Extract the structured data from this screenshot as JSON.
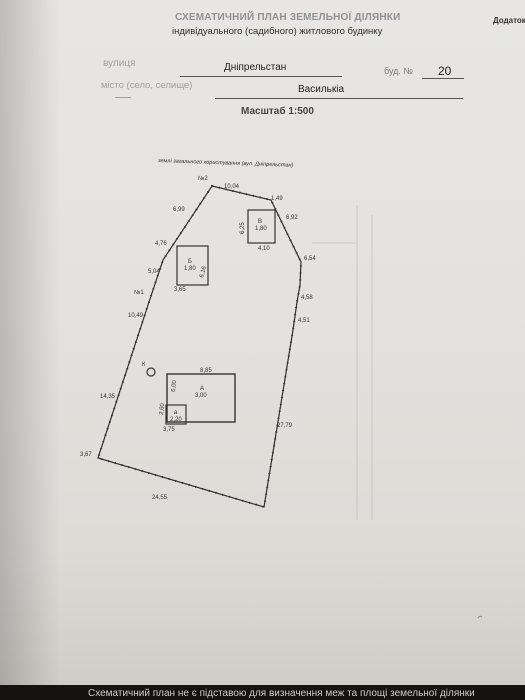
{
  "header": {
    "title": "СХЕМАТИЧНИЙ ПЛАН ЗЕМЕЛЬНОЇ ДІЛЯНКИ",
    "subtitle": "індивідуального (садибного) житлового будинку",
    "corner": "Додаток"
  },
  "fields": {
    "street_label": "вулиця",
    "street_value": "Дніпрельстан",
    "building_label": "буд. №",
    "building_value": "20",
    "city_label": "місто (село, селище)",
    "city_value": "Василькіа",
    "scale": "Масштаб 1:500"
  },
  "plan": {
    "common_land": "землі загального користування (вул. Дніпрельстан)",
    "marker1": "№1",
    "marker2": "№2",
    "compass": "К",
    "dims": {
      "d1": "10,04",
      "d2": "1,49",
      "d3": "6,92",
      "d4": "6,54",
      "d5": "4,58",
      "d6": "4,51",
      "d7": "27,79",
      "d8": "24,55",
      "d9": "3,67",
      "d10": "14,35",
      "d11": "10,49",
      "d12": "5,04",
      "d13": "4,76",
      "d14": "6,99"
    },
    "building_b": {
      "letter": "Б",
      "area": "1,80",
      "w": "3,65",
      "h": "6,16"
    },
    "building_v": {
      "letter": "В",
      "area": "1,80",
      "w": "4,10",
      "h": "6,25"
    },
    "building_a": {
      "letter": "А",
      "area": "3,00",
      "w": "8,85",
      "h": "6,00"
    },
    "building_a2": {
      "letter": "а",
      "area": "2,20",
      "w": "3,75",
      "h": "2,60"
    }
  },
  "footer": {
    "note": "Схематичний план не є підставою для визначення меж та площі земельної ділянки"
  }
}
